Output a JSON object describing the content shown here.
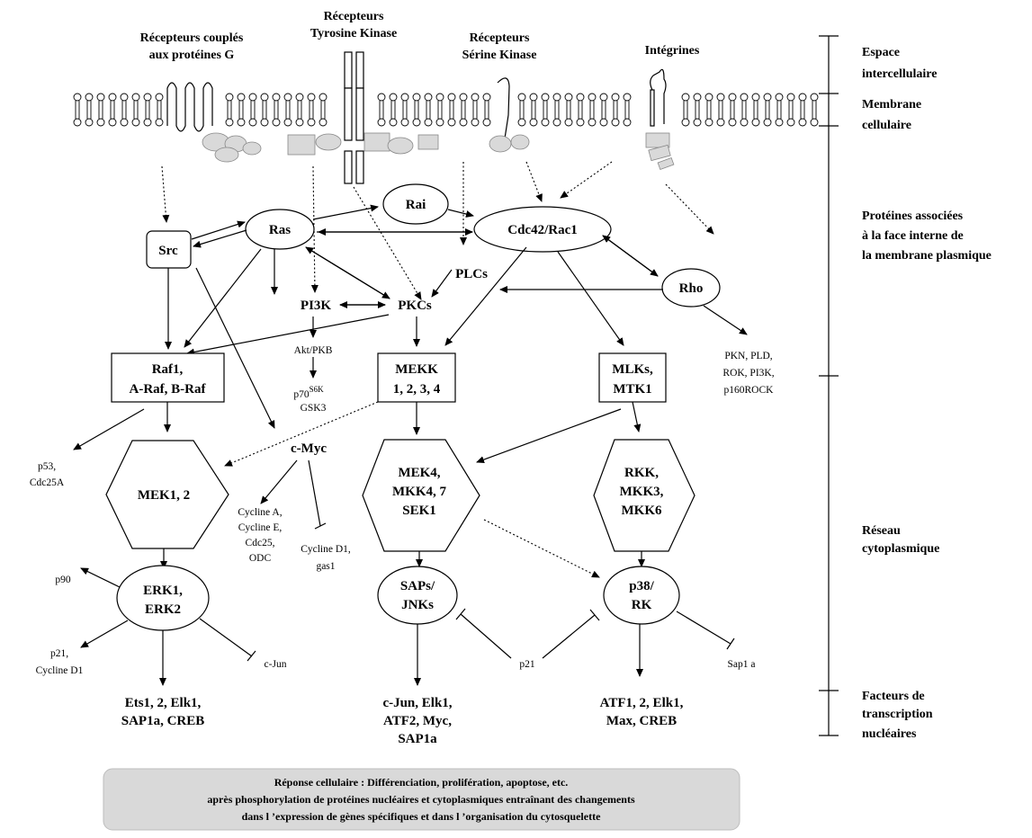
{
  "receptors": {
    "gpcr": [
      "Récepteurs couplés",
      "aux protéines G"
    ],
    "rtk": [
      "Récepteurs",
      "Tyrosine Kinase"
    ],
    "rsk": [
      "Récepteurs",
      "Sérine Kinase"
    ],
    "integrins": "Intégrines"
  },
  "levels": {
    "intercellular": [
      "Espace",
      "intercellulaire"
    ],
    "membrane": [
      "Membrane",
      "cellulaire"
    ],
    "associated": [
      "Protéines associées",
      "à la face interne de",
      "la membrane plasmique"
    ],
    "network": [
      "Réseau",
      "cytoplasmique"
    ],
    "transcription": [
      "Facteurs de",
      "transcription",
      "nucléaires"
    ]
  },
  "nodes": {
    "src": "Src",
    "ras": "Ras",
    "rai": "Rai",
    "cdc42": "Cdc42/Rac1",
    "rho": "Rho",
    "plcs": "PLCs",
    "pi3k": "PI3K",
    "pkcs": "PKCs",
    "raf": [
      "Raf1,",
      "A-Raf, B-Raf"
    ],
    "mekk": [
      "MEKK",
      "1, 2, 3, 4"
    ],
    "mlks": [
      "MLKs,",
      "MTK1"
    ],
    "mek12": "MEK1, 2",
    "mek4": [
      "MEK4,",
      "MKK4, 7",
      "SEK1"
    ],
    "rkk": [
      "RKK,",
      "MKK3,",
      "MKK6"
    ],
    "erk": [
      "ERK1,",
      "ERK2"
    ],
    "saps": [
      "SAPs/",
      "JNKs"
    ],
    "p38": [
      "p38/",
      "RK"
    ],
    "cmyc": "c-Myc"
  },
  "labels": {
    "akt": "Akt/PKB",
    "p70": "p70",
    "p70sup": "S6K",
    "gsk3": "GSK3",
    "rho_targets": [
      "PKN, PLD,",
      "ROK, PI3K,",
      "p160ROCK"
    ],
    "p53": [
      "p53,",
      "Cdc25A"
    ],
    "cyclines": [
      "Cycline A,",
      "Cycline E,",
      "Cdc25,",
      "ODC"
    ],
    "cyclined1": [
      "Cycline D1,",
      "gas1"
    ],
    "p90": "p90",
    "p21cyc": [
      "p21,",
      "Cycline D1"
    ],
    "cjun": "c-Jun",
    "p21": "p21",
    "sap1a": "Sap1 a"
  },
  "tf": {
    "erk": [
      "Ets1, 2, Elk1,",
      "SAP1a, CREB"
    ],
    "saps": [
      "c-Jun, Elk1,",
      "ATF2, Myc,",
      "SAP1a"
    ],
    "p38": [
      "ATF1, 2, Elk1,",
      "Max, CREB"
    ]
  },
  "response": [
    "Réponse cellulaire : Différenciation, prolifération, apoptose, etc.",
    "après phosphorylation de protéines nucléaires et cytoplasmiques entraînant des changements",
    "dans l ’expression de gènes spécifiques et dans l ’organisation du cytosquelette"
  ],
  "colors": {
    "line": "#000000",
    "fill_gray": "#d9d9d9",
    "response_bg": "#d9d9d9"
  }
}
